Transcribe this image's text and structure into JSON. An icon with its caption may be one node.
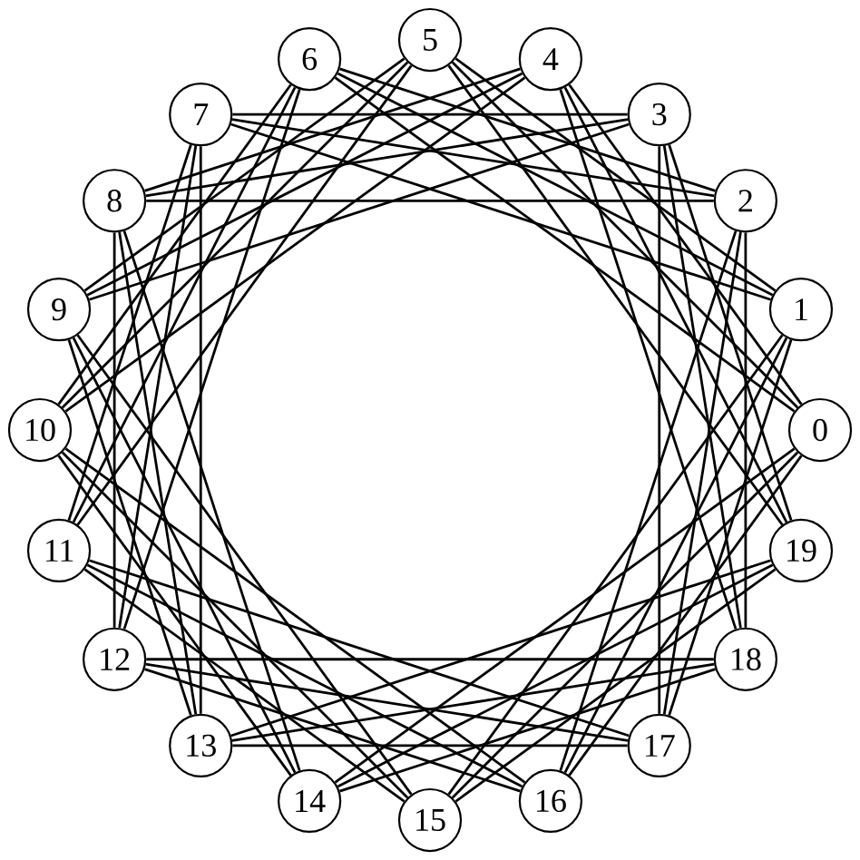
{
  "diagram": {
    "nodes": [
      {
        "text": [
          "0"
        ]
      },
      {
        "text": [
          "1"
        ]
      },
      {
        "text": [
          "2"
        ]
      },
      {
        "text": [
          "3"
        ]
      },
      {
        "text": [
          "4"
        ]
      },
      {
        "text": [
          "5"
        ]
      },
      {
        "text": [
          "6"
        ]
      },
      {
        "text": [
          "7"
        ]
      },
      {
        "text": [
          "8"
        ]
      },
      {
        "text": [
          "9"
        ]
      },
      {
        "text": [
          "10"
        ]
      },
      {
        "text": [
          "11"
        ]
      },
      {
        "text": [
          "12"
        ]
      },
      {
        "text": [
          "13"
        ]
      },
      {
        "text": [
          "14"
        ]
      },
      {
        "text": [
          "15"
        ]
      },
      {
        "text": [
          "16"
        ]
      },
      {
        "text": [
          "17"
        ]
      },
      {
        "text": [
          "18"
        ]
      },
      {
        "text": [
          "19"
        ]
      }
    ],
    "edges": [
      {
        "from": 0,
        "to": 4,
        "arrow": "none"
      },
      {
        "from": 0,
        "to": 5,
        "arrow": "none"
      },
      {
        "from": 0,
        "to": 6,
        "arrow": "none"
      },
      {
        "from": 1,
        "to": 5,
        "arrow": "none"
      },
      {
        "from": 1,
        "to": 6,
        "arrow": "none"
      },
      {
        "from": 1,
        "to": 7,
        "arrow": "none"
      },
      {
        "from": 2,
        "to": 6,
        "arrow": "none"
      },
      {
        "from": 2,
        "to": 7,
        "arrow": "none"
      },
      {
        "from": 2,
        "to": 8,
        "arrow": "none"
      },
      {
        "from": 3,
        "to": 7,
        "arrow": "none"
      },
      {
        "from": 3,
        "to": 8,
        "arrow": "none"
      },
      {
        "from": 3,
        "to": 9,
        "arrow": "none"
      },
      {
        "from": 4,
        "to": 8,
        "arrow": "none"
      },
      {
        "from": 4,
        "to": 9,
        "arrow": "none"
      },
      {
        "from": 4,
        "to": 10,
        "arrow": "none"
      },
      {
        "from": 5,
        "to": 9,
        "arrow": "none"
      },
      {
        "from": 5,
        "to": 10,
        "arrow": "none"
      },
      {
        "from": 5,
        "to": 11,
        "arrow": "none"
      },
      {
        "from": 6,
        "to": 10,
        "arrow": "none"
      },
      {
        "from": 6,
        "to": 11,
        "arrow": "none"
      },
      {
        "from": 6,
        "to": 12,
        "arrow": "none"
      },
      {
        "from": 7,
        "to": 11,
        "arrow": "none"
      },
      {
        "from": 7,
        "to": 12,
        "arrow": "none"
      },
      {
        "from": 7,
        "to": 13,
        "arrow": "none"
      },
      {
        "from": 8,
        "to": 12,
        "arrow": "none"
      },
      {
        "from": 8,
        "to": 13,
        "arrow": "none"
      },
      {
        "from": 8,
        "to": 14,
        "arrow": "none"
      },
      {
        "from": 9,
        "to": 13,
        "arrow": "none"
      },
      {
        "from": 9,
        "to": 14,
        "arrow": "none"
      },
      {
        "from": 9,
        "to": 15,
        "arrow": "none"
      },
      {
        "from": 10,
        "to": 14,
        "arrow": "none"
      },
      {
        "from": 10,
        "to": 15,
        "arrow": "none"
      },
      {
        "from": 10,
        "to": 16,
        "arrow": "none"
      },
      {
        "from": 11,
        "to": 15,
        "arrow": "none"
      },
      {
        "from": 11,
        "to": 16,
        "arrow": "none"
      },
      {
        "from": 11,
        "to": 17,
        "arrow": "none"
      },
      {
        "from": 12,
        "to": 16,
        "arrow": "none"
      },
      {
        "from": 12,
        "to": 17,
        "arrow": "none"
      },
      {
        "from": 12,
        "to": 18,
        "arrow": "none"
      },
      {
        "from": 13,
        "to": 17,
        "arrow": "none"
      },
      {
        "from": 13,
        "to": 18,
        "arrow": "none"
      },
      {
        "from": 13,
        "to": 19,
        "arrow": "none"
      },
      {
        "from": 14,
        "to": 18,
        "arrow": "none"
      },
      {
        "from": 14,
        "to": 19,
        "arrow": "none"
      },
      {
        "from": 14,
        "to": 0,
        "arrow": "none"
      },
      {
        "from": 15,
        "to": 19,
        "arrow": "none"
      },
      {
        "from": 15,
        "to": 0,
        "arrow": "none"
      },
      {
        "from": 15,
        "to": 1,
        "arrow": "none"
      },
      {
        "from": 16,
        "to": 0,
        "arrow": "none"
      },
      {
        "from": 16,
        "to": 1,
        "arrow": "none"
      },
      {
        "from": 16,
        "to": 2,
        "arrow": "none"
      },
      {
        "from": 17,
        "to": 1,
        "arrow": "none"
      },
      {
        "from": 17,
        "to": 2,
        "arrow": "none"
      },
      {
        "from": 17,
        "to": 3,
        "arrow": "none"
      },
      {
        "from": 18,
        "to": 2,
        "arrow": "none"
      },
      {
        "from": 18,
        "to": 3,
        "arrow": "none"
      },
      {
        "from": 18,
        "to": 4,
        "arrow": "none"
      },
      {
        "from": 19,
        "to": 3,
        "arrow": "none"
      },
      {
        "from": 19,
        "to": 4,
        "arrow": "none"
      },
      {
        "from": 19,
        "to": 5,
        "arrow": "none"
      }
    ]
  }
}
